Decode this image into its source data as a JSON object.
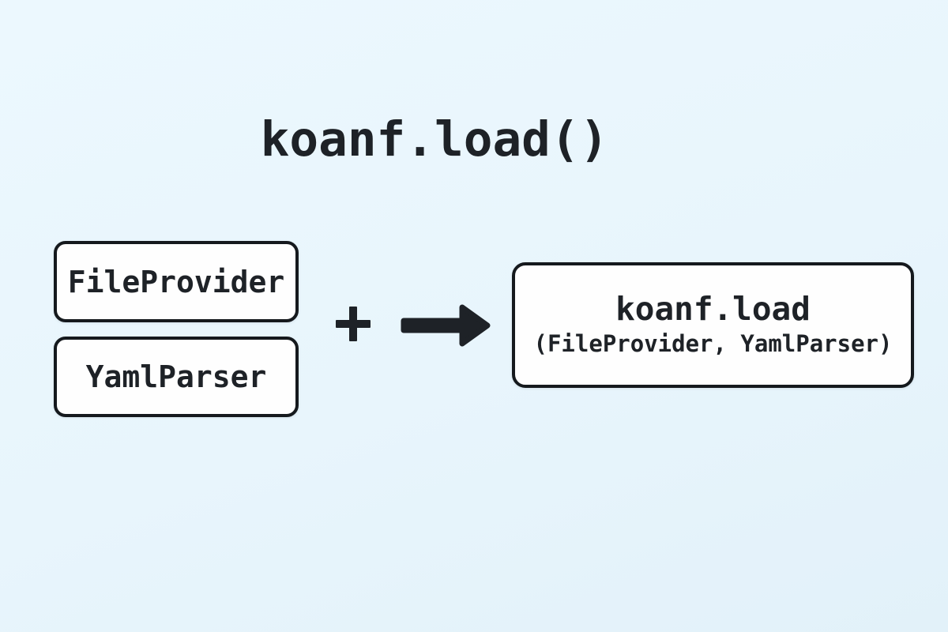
{
  "title": "koanf.load()",
  "colors": {
    "background": "#e8f5fc",
    "ink": "#1e2227",
    "box_border": "#15191d",
    "box_fill": "#fefefe"
  },
  "diagram": {
    "inputs": [
      {
        "label": "FileProvider"
      },
      {
        "label": "YamlParser"
      }
    ],
    "operator": "+",
    "operator_icon": "plus-icon",
    "arrow_icon": "arrow-right-icon",
    "result": {
      "line1": "koanf.load",
      "line2": "(FileProvider, YamlParser)"
    }
  }
}
